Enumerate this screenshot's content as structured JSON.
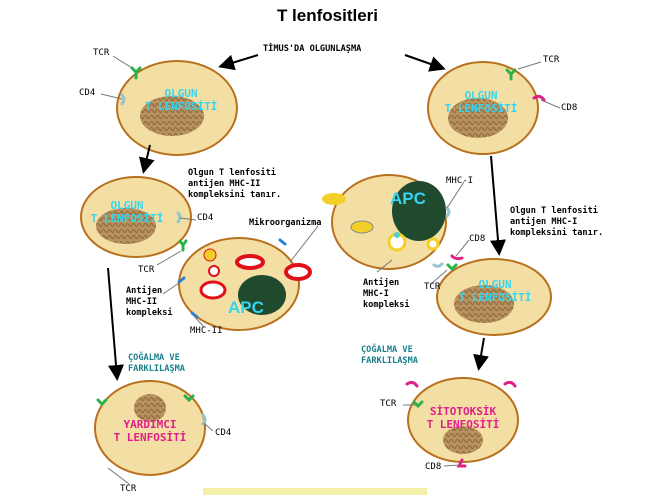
{
  "title": "T lenfositleri",
  "top_note": "TİMUS'DA OLGUNLAŞMA",
  "cells": {
    "mature_cd4": "OLGUN\nT LENFOSİTİ",
    "mature_cd8": "OLGUN\nT LENFOSİTİ",
    "mid_left": "OLGUN\nT LENFOSİTİ",
    "mid_right": "OLGUN\nT LENFOSİTİ",
    "helper": "YARDIMCI\nT LENFOSİTİ",
    "cytotoxic": "SİTOTOKSİK\nT LENFOSİTİ"
  },
  "apc_label": "APC",
  "notes": {
    "left_recognition": "Olgun T lenfositi\nantijen MHC-II\nkompleksini tanır.",
    "right_recognition": "Olgun T lenfositi\nantijen MHC-I\nkompleksini tanır.",
    "microorganism": "Mikroorganizma",
    "mhc2_complex": "Antijen\nMHC-II\nkompleksi",
    "mhc1_complex": "Antijen\nMHC-I\nkompleksi",
    "proliferation_left": "ÇOĞALMA VE\nFARKLILAŞMA",
    "proliferation_right": "ÇOĞALMA VE\nFARKLILAŞMA"
  },
  "labels": {
    "tcr_top_left": "TCR",
    "cd4_top_left": "CD4",
    "tcr_top_right": "TCR",
    "cd8_top_right": "CD8",
    "cd4_mid": "CD4",
    "tcr_mid_left": "TCR",
    "mhc2": "MHC-II",
    "mhc1": "MHC-I",
    "cd8_mid": "CD8",
    "tcr_mid_right": "TCR",
    "cd4_bottom": "CD4",
    "tcr_bottom_left": "TCR",
    "tcr_bottom_right": "TCR",
    "cd8_bottom": "CD8"
  },
  "colors": {
    "cell_fill": "#f3dfa4",
    "cell_border": "#b8701e",
    "nucleus": "#b8925e",
    "apc_nucleus": "#1f4a2e",
    "tcr": "#2ab24a",
    "cd4": "#98c4cc",
    "cd8": "#e0208a",
    "mhc": "#2a7fd8",
    "microbe": "#e0101a",
    "antigen": "#f2d028"
  }
}
